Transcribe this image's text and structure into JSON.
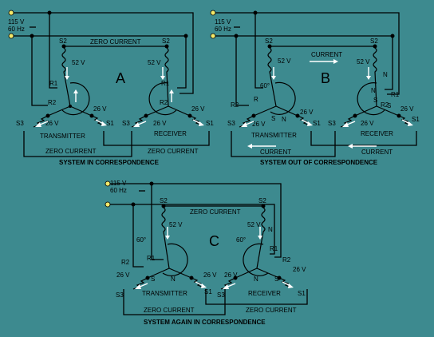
{
  "source": {
    "voltage": "115 V",
    "freq": "60 Hz"
  },
  "panels": [
    {
      "letter": "A",
      "caption": "SYSTEM IN CORRESPONDENCE",
      "top_label": "ZERO CURRENT",
      "bottom_label_left": "ZERO CURRENT",
      "bottom_label_right": "ZERO CURRENT",
      "left_name": "TRANSMITTER",
      "right_name": "RECEIVER",
      "v52": "52 V",
      "v26": "26 V",
      "s1": "S1",
      "s2": "S2",
      "s3": "S3",
      "r1": "R1",
      "r2": "R2"
    },
    {
      "letter": "B",
      "caption": "SYSTEM OUT OF CORRESPONDENCE",
      "top_label": "CURRENT",
      "bottom_label_left": "CURRENT",
      "bottom_label_right": "CURRENT",
      "left_name": "TRANSMITTER",
      "right_name": "RECEIVER",
      "angle": "60°",
      "v52": "52 V",
      "v26": "26 V",
      "s1": "S1",
      "s2": "S2",
      "s3": "S3",
      "r1": "R1",
      "r2": "R2",
      "r": "R",
      "n": "N",
      "s": "S"
    },
    {
      "letter": "C",
      "caption": "SYSTEM AGAIN IN CORRESPONDENCE",
      "top_label": "ZERO CURRENT",
      "bottom_label": "ZERO CURRENT",
      "left_name": "TRANSMITTER",
      "right_name": "RECEIVER",
      "angle": "60°",
      "v52": "52 V",
      "v26": "26 V",
      "s1": "S1",
      "s2": "S2",
      "s3": "S3",
      "r1": "R1",
      "r2": "R2",
      "n": "N",
      "s": "S"
    }
  ]
}
